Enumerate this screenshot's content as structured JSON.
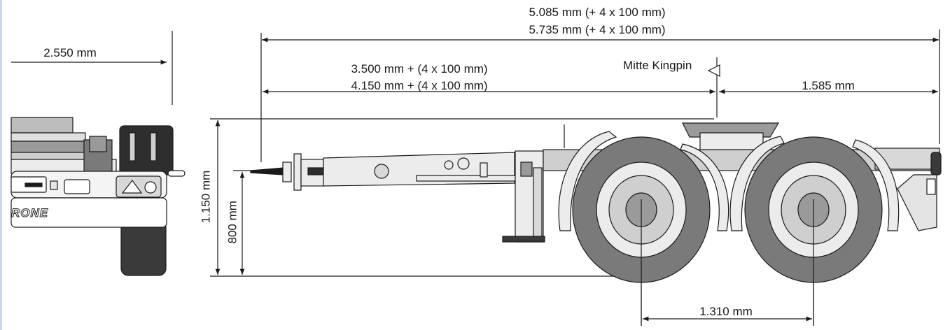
{
  "dimensions": {
    "overall_length_1": "5.085 mm (+ 4 x 100 mm)",
    "overall_length_2": "5.735 mm (+ 4 x 100 mm)",
    "width": "2.550 mm",
    "kingpin_distance_1": "3.500 mm + (4 x 100 mm)",
    "kingpin_distance_2": "4.150 mm + (4 x 100 mm)",
    "kingpin_label": "Mitte Kingpin",
    "rear_overhang": "1.585 mm",
    "frame_height": "1.150 mm",
    "coupling_height": "800 mm",
    "axle_spacing": "1.310 mm"
  },
  "brand_partial": "RONE",
  "colors": {
    "line": "#1a1a1a",
    "tire": "#7a7a7a",
    "frame_light": "#ececec",
    "frame_dark": "#3a3a3a",
    "frame_mid": "#9a9a9a"
  }
}
